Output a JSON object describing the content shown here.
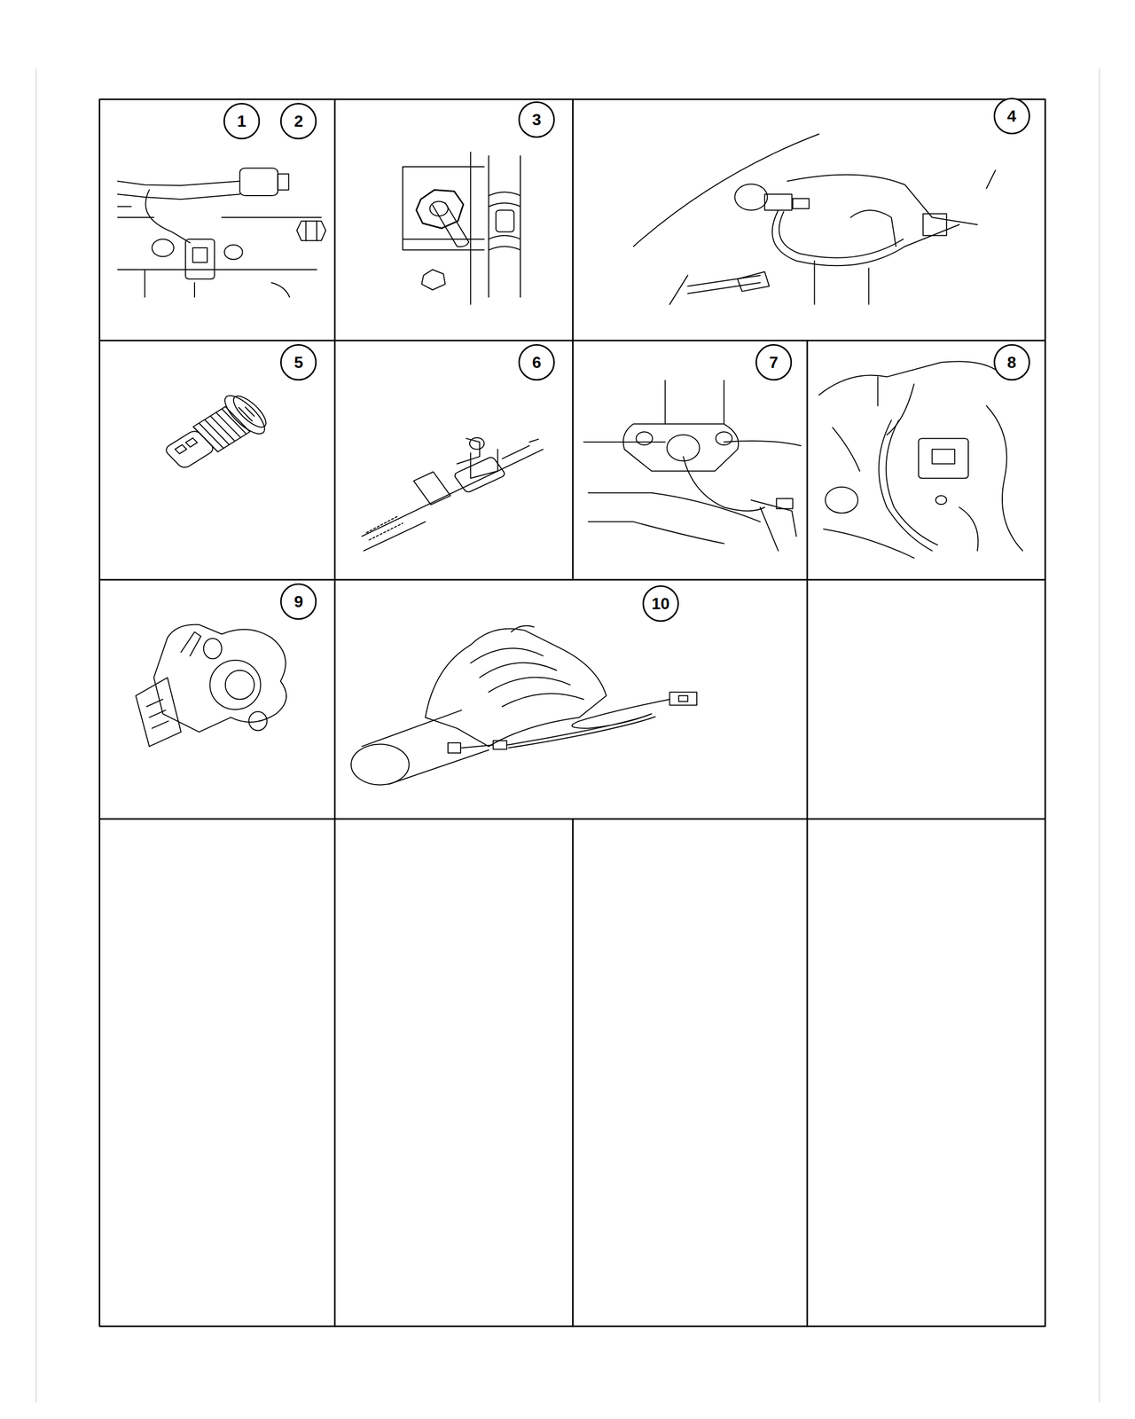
{
  "diagram": {
    "nodes": [
      {
        "text": [
          "1"
        ]
      },
      {
        "text": [
          "2"
        ]
      },
      {
        "text": [
          "3"
        ]
      },
      {
        "text": [
          "4"
        ]
      },
      {
        "text": [
          "5"
        ]
      },
      {
        "text": [
          "6"
        ]
      },
      {
        "text": [
          "7"
        ]
      },
      {
        "text": [
          "8"
        ]
      },
      {
        "text": [
          "9"
        ]
      },
      {
        "text": [
          "10"
        ]
      }
    ],
    "edges": []
  }
}
